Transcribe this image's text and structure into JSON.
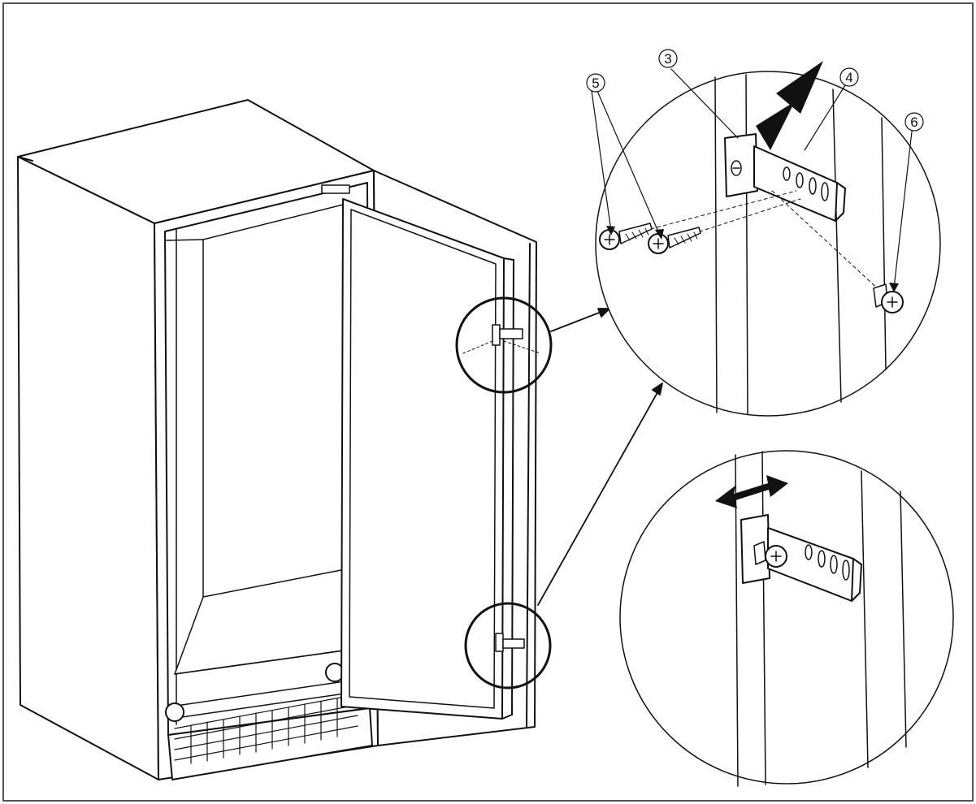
{
  "colors": {
    "line": "#111111",
    "paper": "#ffffff",
    "frame": "#555555"
  },
  "callouts": {
    "bracket": "3",
    "plate": "4",
    "wood_screws": "5",
    "fixing_screw": "6"
  },
  "icons": {
    "push_arrows": "push-arrow-icon",
    "adjust_arrow": "double-arrow-icon"
  }
}
